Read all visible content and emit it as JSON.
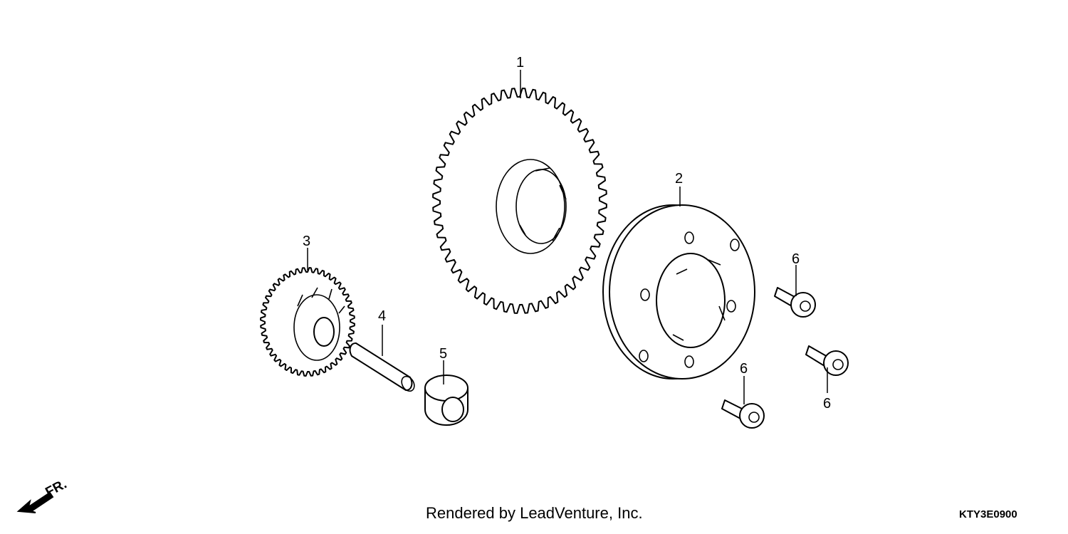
{
  "diagram": {
    "callouts": [
      {
        "id": "1",
        "label": "1"
      },
      {
        "id": "2",
        "label": "2"
      },
      {
        "id": "3",
        "label": "3"
      },
      {
        "id": "4",
        "label": "4"
      },
      {
        "id": "5",
        "label": "5"
      },
      {
        "id": "6a",
        "label": "6"
      },
      {
        "id": "6b",
        "label": "6"
      },
      {
        "id": "6c",
        "label": "6"
      }
    ],
    "direction_label": "FR.",
    "footer_credit": "Rendered by LeadVenture, Inc.",
    "drawing_code": "KTY3E0900"
  }
}
